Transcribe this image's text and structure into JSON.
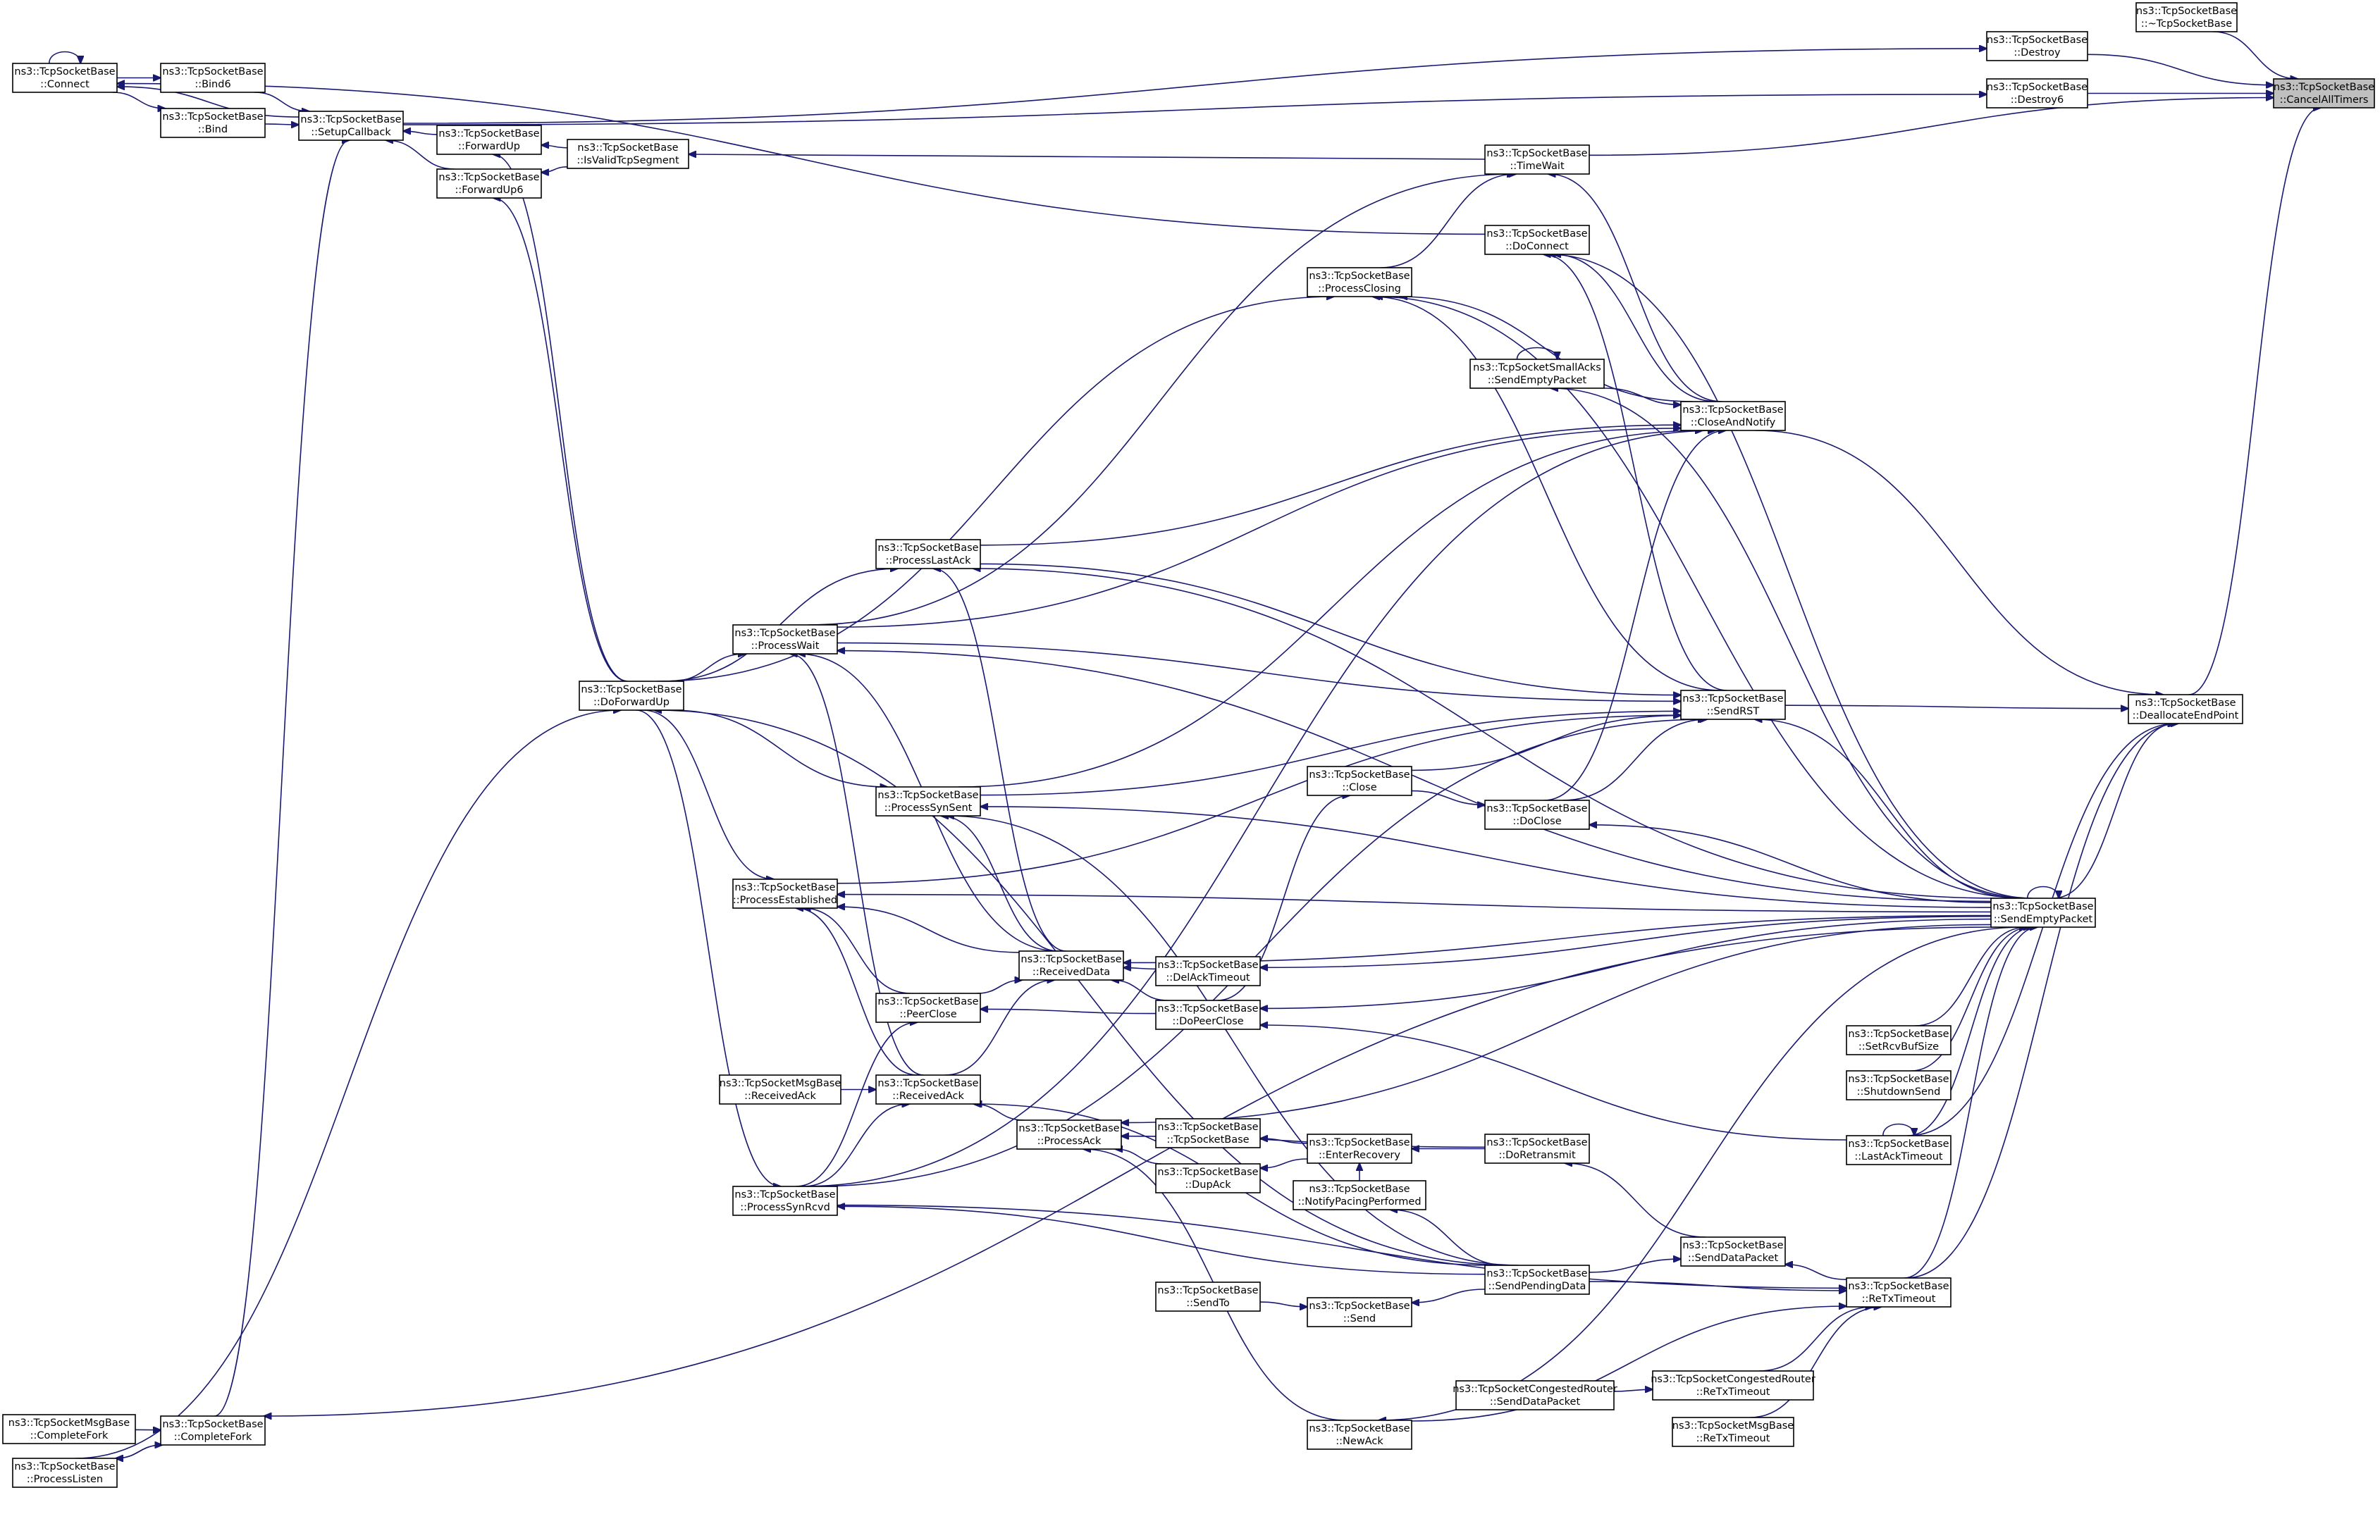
{
  "diagram": {
    "type": "call-graph",
    "edge_color": "#191970",
    "node_border_color": "#000000",
    "root_fill_color": "#bfbfbf",
    "nodes": [
      {
        "id": "cancelalltimers",
        "line1": "ns3::TcpSocketBase",
        "line2": "::CancelAllTimers",
        "root": true
      },
      {
        "id": "destructor",
        "line1": "ns3::TcpSocketBase",
        "line2": "::~TcpSocketBase"
      },
      {
        "id": "destroy",
        "line1": "ns3::TcpSocketBase",
        "line2": "::Destroy"
      },
      {
        "id": "destroy6",
        "line1": "ns3::TcpSocketBase",
        "line2": "::Destroy6"
      },
      {
        "id": "timewait",
        "line1": "ns3::TcpSocketBase",
        "line2": "::TimeWait"
      },
      {
        "id": "doconnect",
        "line1": "ns3::TcpSocketBase",
        "line2": "::DoConnect"
      },
      {
        "id": "processclosing",
        "line1": "ns3::TcpSocketBase",
        "line2": "::ProcessClosing"
      },
      {
        "id": "smallacks",
        "line1": "ns3::TcpSocketSmallAcks",
        "line2": "::SendEmptyPacket"
      },
      {
        "id": "closeandnotify",
        "line1": "ns3::TcpSocketBase",
        "line2": "::CloseAndNotify"
      },
      {
        "id": "connect",
        "line1": "ns3::TcpSocketBase",
        "line2": "::Connect"
      },
      {
        "id": "bind6",
        "line1": "ns3::TcpSocketBase",
        "line2": "::Bind6"
      },
      {
        "id": "bind",
        "line1": "ns3::TcpSocketBase",
        "line2": "::Bind"
      },
      {
        "id": "setupcallback",
        "line1": "ns3::TcpSocketBase",
        "line2": "::SetupCallback"
      },
      {
        "id": "forwardup",
        "line1": "ns3::TcpSocketBase",
        "line2": "::ForwardUp"
      },
      {
        "id": "forwardup6",
        "line1": "ns3::TcpSocketBase",
        "line2": "::ForwardUp6"
      },
      {
        "id": "isvalidtcpsegment",
        "line1": "ns3::TcpSocketBase",
        "line2": "::IsValidTcpSegment"
      },
      {
        "id": "processlastack",
        "line1": "ns3::TcpSocketBase",
        "line2": "::ProcessLastAck"
      },
      {
        "id": "processwait",
        "line1": "ns3::TcpSocketBase",
        "line2": "::ProcessWait"
      },
      {
        "id": "doforwardup",
        "line1": "ns3::TcpSocketBase",
        "line2": "::DoForwardUp"
      },
      {
        "id": "sendrst",
        "line1": "ns3::TcpSocketBase",
        "line2": "::SendRST"
      },
      {
        "id": "deallocateendpoint",
        "line1": "ns3::TcpSocketBase",
        "line2": "::DeallocateEndPoint"
      },
      {
        "id": "close",
        "line1": "ns3::TcpSocketBase",
        "line2": "::Close"
      },
      {
        "id": "doclose",
        "line1": "ns3::TcpSocketBase",
        "line2": "::DoClose"
      },
      {
        "id": "processsynsent",
        "line1": "ns3::TcpSocketBase",
        "line2": "::ProcessSynSent"
      },
      {
        "id": "processestablished",
        "line1": "ns3::TcpSocketBase",
        "line2": "::ProcessEstablished"
      },
      {
        "id": "sendemptypacket",
        "line1": "ns3::TcpSocketBase",
        "line2": "::SendEmptyPacket"
      },
      {
        "id": "receiveddata",
        "line1": "ns3::TcpSocketBase",
        "line2": "::ReceivedData"
      },
      {
        "id": "delacktimeout",
        "line1": "ns3::TcpSocketBase",
        "line2": "::DelAckTimeout"
      },
      {
        "id": "peerclose",
        "line1": "ns3::TcpSocketBase",
        "line2": "::PeerClose"
      },
      {
        "id": "dopeerclose",
        "line1": "ns3::TcpSocketBase",
        "line2": "::DoPeerClose"
      },
      {
        "id": "setrcvbufsize",
        "line1": "ns3::TcpSocketBase",
        "line2": "::SetRcvBufSize"
      },
      {
        "id": "shutdownsend",
        "line1": "ns3::TcpSocketBase",
        "line2": "::ShutdownSend"
      },
      {
        "id": "msgreceivedack",
        "line1": "ns3::TcpSocketMsgBase",
        "line2": "::ReceivedAck"
      },
      {
        "id": "receivedack",
        "line1": "ns3::TcpSocketBase",
        "line2": "::ReceivedAck"
      },
      {
        "id": "processack",
        "line1": "ns3::TcpSocketBase",
        "line2": "::ProcessAck"
      },
      {
        "id": "ctor",
        "line1": "ns3::TcpSocketBase",
        "line2": "::TcpSocketBase"
      },
      {
        "id": "enterrecovery",
        "line1": "ns3::TcpSocketBase",
        "line2": "::EnterRecovery"
      },
      {
        "id": "doretransmit",
        "line1": "ns3::TcpSocketBase",
        "line2": "::DoRetransmit"
      },
      {
        "id": "lastacktimeout",
        "line1": "ns3::TcpSocketBase",
        "line2": "::LastAckTimeout"
      },
      {
        "id": "dupack",
        "line1": "ns3::TcpSocketBase",
        "line2": "::DupAck"
      },
      {
        "id": "notifypacing",
        "line1": "ns3::TcpSocketBase",
        "line2": "::NotifyPacingPerformed"
      },
      {
        "id": "processsynrcvd",
        "line1": "ns3::TcpSocketBase",
        "line2": "::ProcessSynRcvd"
      },
      {
        "id": "senddatapacket",
        "line1": "ns3::TcpSocketBase",
        "line2": "::SendDataPacket"
      },
      {
        "id": "sendpendingdata",
        "line1": "ns3::TcpSocketBase",
        "line2": "::SendPendingData"
      },
      {
        "id": "retxtimeout",
        "line1": "ns3::TcpSocketBase",
        "line2": "::ReTxTimeout"
      },
      {
        "id": "sendto",
        "line1": "ns3::TcpSocketBase",
        "line2": "::SendTo"
      },
      {
        "id": "send",
        "line1": "ns3::TcpSocketBase",
        "line2": "::Send"
      },
      {
        "id": "crsenddatapacket",
        "line1": "ns3::TcpSocketCongestedRouter",
        "line2": "::SendDataPacket"
      },
      {
        "id": "crretxtimeout",
        "line1": "ns3::TcpSocketCongestedRouter",
        "line2": "::ReTxTimeout"
      },
      {
        "id": "msgcompletefork",
        "line1": "ns3::TcpSocketMsgBase",
        "line2": "::CompleteFork"
      },
      {
        "id": "completefork",
        "line1": "ns3::TcpSocketBase",
        "line2": "::CompleteFork"
      },
      {
        "id": "newack",
        "line1": "ns3::TcpSocketBase",
        "line2": "::NewAck"
      },
      {
        "id": "msgretxtimeout",
        "line1": "ns3::TcpSocketMsgBase",
        "line2": "::ReTxTimeout"
      },
      {
        "id": "processlisten",
        "line1": "ns3::TcpSocketBase",
        "line2": "::ProcessListen"
      }
    ]
  }
}
